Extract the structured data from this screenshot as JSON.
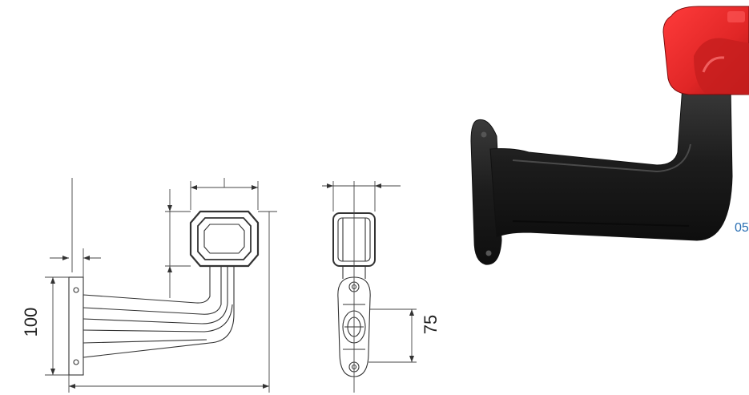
{
  "drawing": {
    "dimension_height_side": "100",
    "dimension_height_front": "75"
  },
  "product_photo": {
    "lens_color": "#e02626",
    "body_color": "#1c1c1c",
    "code_fragment": "05"
  }
}
